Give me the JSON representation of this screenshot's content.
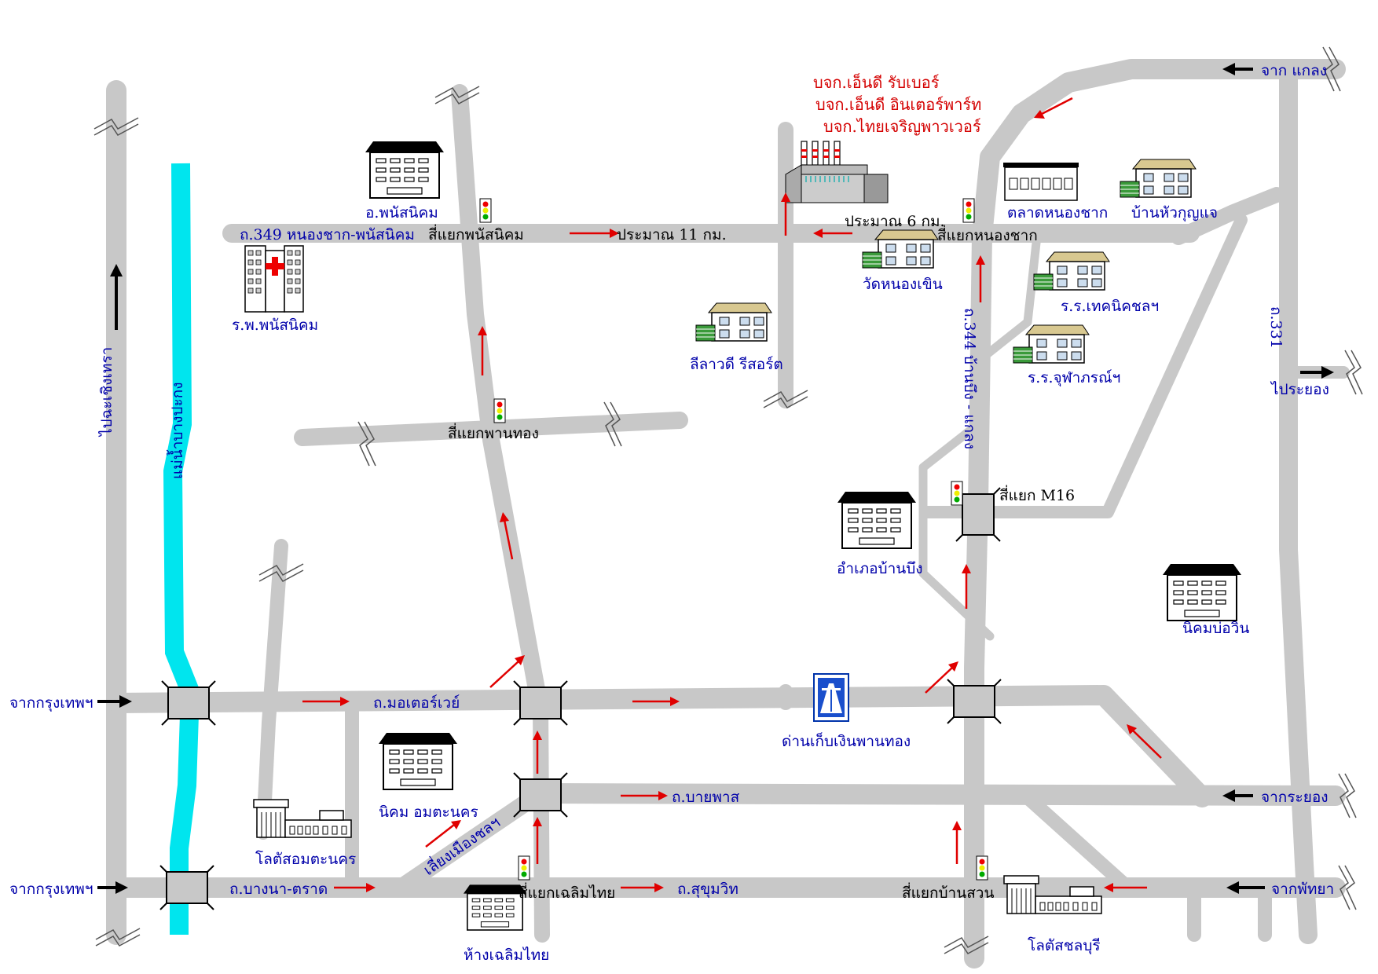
{
  "colors": {
    "road": "#c8c8c8",
    "river": "#00e5ee",
    "label_blue": "#0000aa",
    "label_red": "#d40000",
    "arrow_red": "#e00000"
  },
  "companies": [
    "บจก.เอ็นดี รับเบอร์",
    "บจก.เอ็นดี อินเตอร์พาร์ท",
    "บจก.ไทยเจริญพาวเวอร์"
  ],
  "roads": {
    "r349": "ถ.349 หนองชาก-พนัสนิคม",
    "r344": "ถ.344 บ้านบึง - แกลง",
    "r331": "ถ.331",
    "motorway": "ถ.มอเตอร์เวย์",
    "bypass": "ถ.บายพาส",
    "bangna_trat": "ถ.บางนา-ตราด",
    "sukhumvit": "ถ.สุขุมวิท",
    "chonburi_bypass": "เลี่ยงเมืองชลฯ"
  },
  "distances": {
    "km11": "ประมาณ 11 กม.",
    "km6": "ประมาณ 6 กม."
  },
  "intersections": {
    "phanat_nikhom": "สี่แยกพนัสนิคม",
    "phan_thong": "สี่แยกพานทอง",
    "nong_chak": "สี่แยกหนองชาก",
    "m16": "สี่แยก M16",
    "chaloem_thai": "สี่แยกเฉลิมไทย",
    "ban_suan": "สี่แยกบ้านสวน"
  },
  "places": {
    "amphoe_phanat": "อ.พนัสนิคม",
    "hospital": "ร.พ.พนัสนิคม",
    "lilawadee": "ลีลาวดี รีสอร์ต",
    "wat_nong_khen": "วัดหนองเขิน",
    "market_nong_chak": "ตลาดหนองชาก",
    "ban_hua_kunchae": "บ้านหัวกุญแจ",
    "tech_school": "ร.ร.เทคนิคชลฯ",
    "chupa_school": "ร.ร.จุฬาภรณ์ฯ",
    "amphoe_ban_bueng": "อำเภอบ้านบึง",
    "nikhom_bo_win": "นิคมบ่อวิน",
    "toll": "ด่านเก็บเงินพานทอง",
    "amata": "นิคม อมตะนคร",
    "lotus_amata": "โลตัสอมตะนคร",
    "chaloem_thai_store": "ห้างเฉลิมไทย",
    "lotus_chonburi": "โลตัสชลบุรี",
    "river": "แม่น้ำบางปะกง"
  },
  "directions": {
    "to_chachoengsao": "ไปฉะเชิงเทรา",
    "from_bkk_1": "จากกรุงเทพฯ",
    "from_bkk_2": "จากกรุงเทพฯ",
    "from_klaeng": "จาก แกลง",
    "to_rayong": "ไประยอง",
    "from_rayong": "จากระยอง",
    "from_pattaya": "จากพัทยา"
  }
}
